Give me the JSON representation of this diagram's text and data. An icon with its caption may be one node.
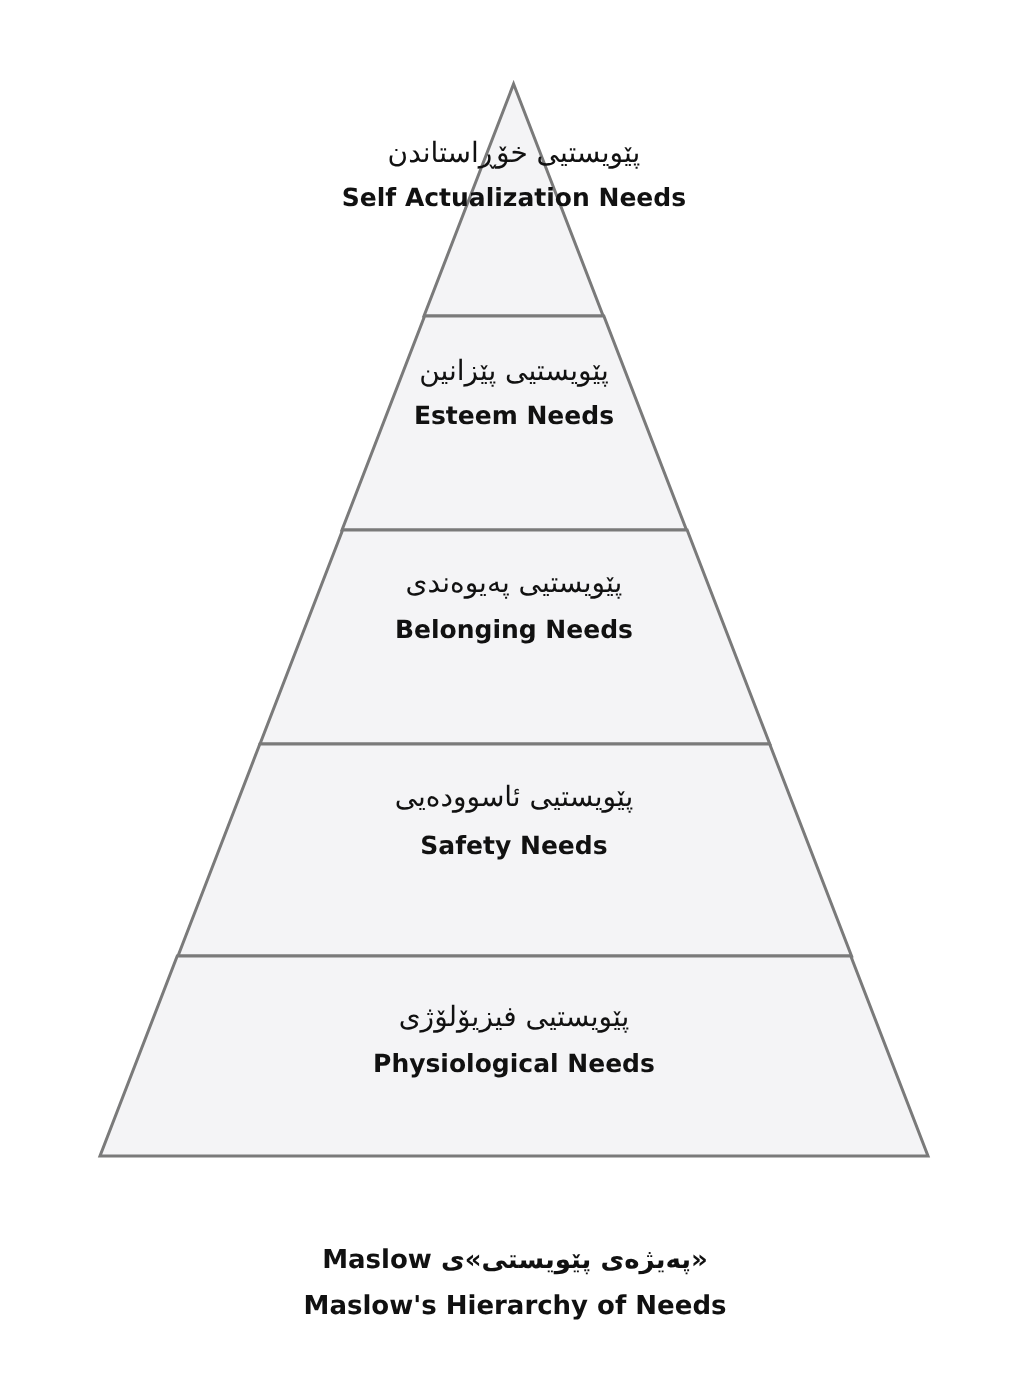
{
  "diagram": {
    "nodes": [
      {
        "text": [
          "پێویستیی خۆڕاستاندن",
          "Self Actualization Needs"
        ]
      },
      {
        "text": [
          "پێویستیی پێزانین",
          "Esteem Needs"
        ]
      },
      {
        "text": [
          "پێویستیی پەیوەندی",
          "Belonging Needs"
        ]
      },
      {
        "text": [
          "پێویستیی ئاسوودەیی",
          "Safety Needs"
        ]
      },
      {
        "text": [
          "پێویستیی فیزیۆلۆژی",
          "Physiological Needs"
        ]
      }
    ],
    "edges": [],
    "labels": [
      "«پەیژەی پێویستی»ی Maslow",
      "Maslow's Hierarchy of Needs"
    ]
  }
}
